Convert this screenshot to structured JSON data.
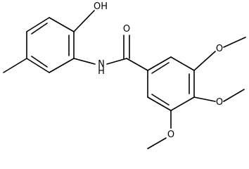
{
  "molecule": {
    "labels": {
      "hydroxyl": "OH",
      "amide_nh": "N",
      "amide_h": "H",
      "carbonyl_o": "O",
      "methoxy_top": "O",
      "methoxy_middle": "O",
      "methoxy_bottom": "O"
    },
    "colors": {
      "line": "#000000",
      "background": "#ffffff"
    }
  }
}
